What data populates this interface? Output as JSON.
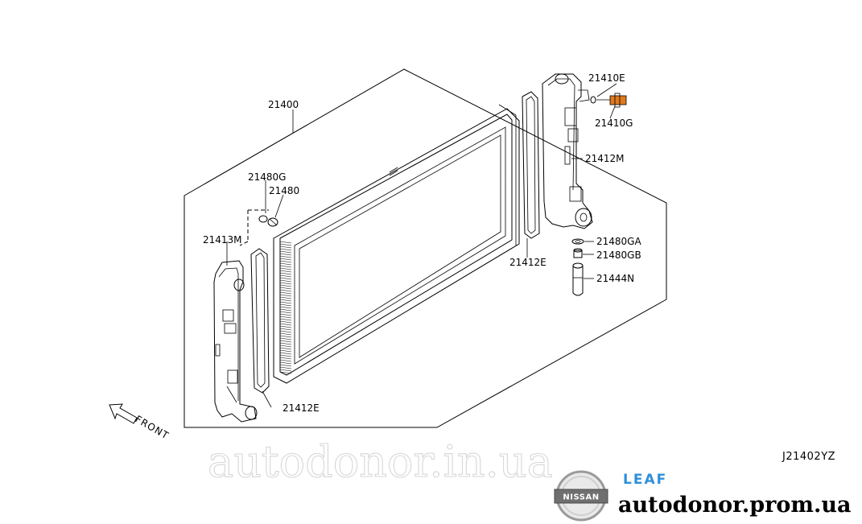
{
  "parts": [
    {
      "id": "21400",
      "label": "21400"
    },
    {
      "id": "21410E",
      "label": "21410E"
    },
    {
      "id": "21410G",
      "label": "21410G"
    },
    {
      "id": "21412M",
      "label": "21412M"
    },
    {
      "id": "21480G",
      "label": "21480G"
    },
    {
      "id": "21480",
      "label": "21480"
    },
    {
      "id": "21413M",
      "label": "21413M"
    },
    {
      "id": "21412E_right",
      "label": "21412E"
    },
    {
      "id": "21480GA",
      "label": "21480GA"
    },
    {
      "id": "21480GB",
      "label": "21480GB"
    },
    {
      "id": "21444N",
      "label": "21444N"
    },
    {
      "id": "21412E_left",
      "label": "21412E"
    }
  ],
  "direction_label": "FRONT",
  "diagram_code": "J21402YZ",
  "watermark": "autodonor.in.ua",
  "brand": {
    "badge": "NISSAN",
    "model": "LEAF",
    "site": "autodonor.prom.ua",
    "model_color": "#2f8fd8",
    "sensor_color": "#e07a1e"
  }
}
